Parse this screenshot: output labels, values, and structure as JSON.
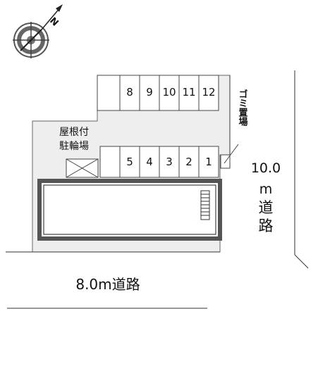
{
  "compass": {
    "north_label": "N",
    "icon": "compass-rose"
  },
  "parking": {
    "upper_row": [
      "8",
      "9",
      "10",
      "11",
      "12"
    ],
    "lower_row": [
      "5",
      "4",
      "3",
      "2",
      "1"
    ]
  },
  "bike_parking": {
    "line1": "屋根付",
    "line2": "駐輪場"
  },
  "garbage": {
    "label": "ゴミ置場"
  },
  "road_right": {
    "line1": "10.0",
    "line2": "m",
    "line3": "道",
    "line4": "路"
  },
  "road_bottom": {
    "label": "8.0m道路"
  },
  "colors": {
    "lot_fill": "#eeeeee",
    "building_border": "#555555",
    "line": "#333333"
  }
}
